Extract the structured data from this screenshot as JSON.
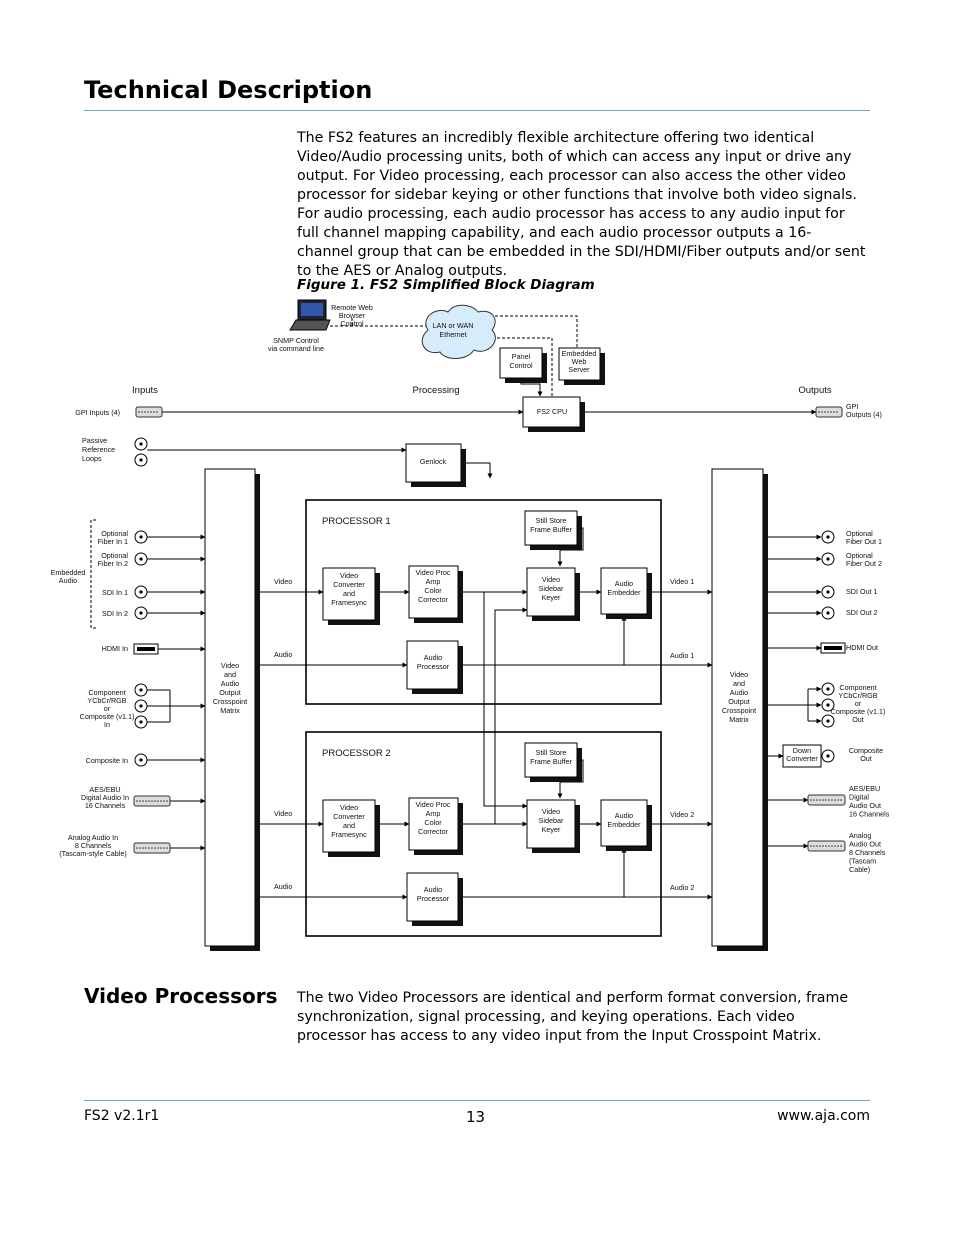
{
  "page": {
    "title": "Technical Description",
    "intro": "The FS2 features an incredibly flexible architecture offering two identical Video/Audio processing units, both of which can access any input or drive any output. For Video processing, each processor can also access the other video processor for sidebar keying or other functions that involve both video signals. For audio processing, each audio processor has access to any audio input for full channel mapping capability, and each audio processor outputs a 16-channel group that can be embedded in the SDI/HDMI/Fiber outputs and/or sent to the AES or Analog outputs.",
    "figure_caption": "Figure 1. FS2 Simplified Block Diagram",
    "section_heading": "Video Processors",
    "section_text": "The two Video Processors are identical and perform format conversion, frame synchronization, signal processing, and keying operations. Each video processor has access to any video input from the Input Crosspoint Matrix.",
    "footer": {
      "left": "FS2 v2.1r1",
      "center": "13",
      "right": "www.aja.com"
    }
  },
  "diagram": {
    "column_headers": {
      "inputs": "Inputs",
      "processing": "Processing",
      "outputs": "Outputs"
    },
    "remote_web": [
      "Remote Web",
      "Browser",
      "Control"
    ],
    "snmp": [
      "SNMP Control",
      "via command line"
    ],
    "cloud": [
      "LAN or WAN",
      "Ethernet"
    ],
    "panel_control": [
      "Panel",
      "Control"
    ],
    "embedded_web": [
      "Embedded",
      "Web",
      "Server"
    ],
    "cpu": "FS2 CPU",
    "genlock": "Genlock",
    "gpi_in": "GPI Inputs (4)",
    "gpi_out": [
      "GPI",
      "Outputs (4)"
    ],
    "passive": [
      "Passive",
      "Reference",
      "Loops"
    ],
    "embedded_audio": [
      "Embedded",
      "Audio"
    ],
    "inputs": {
      "fiber1": [
        "Optional",
        "Fiber In 1"
      ],
      "fiber2": [
        "Optional",
        "Fiber In 2"
      ],
      "sdi1": "SDI In 1",
      "sdi2": "SDI In 2",
      "hdmi": "HDMI In",
      "component": [
        "Component",
        "YCbCr/RGB",
        "or",
        "Composite (v1.1)",
        "In"
      ],
      "composite": "Composite In",
      "aes": [
        "AES/EBU",
        "Digital Audio In",
        "16 Channels"
      ],
      "analog": [
        "Analog Audio In",
        "8 Channels",
        "(Tascam-style Cable)"
      ]
    },
    "input_matrix": [
      "Video",
      "and",
      "Audio",
      "Output",
      "Crosspoint",
      "Matrix"
    ],
    "output_matrix": [
      "Video",
      "and",
      "Audio",
      "Output",
      "Crosspoint",
      "Matrix"
    ],
    "processor1": "PROCESSOR 1",
    "processor2": "PROCESSOR 2",
    "still_store": [
      "Still Store",
      "Frame Buffer"
    ],
    "converter": [
      "Video",
      "Converter",
      "and",
      "Framesync"
    ],
    "proc_amp": [
      "Video Proc",
      "Amp",
      "",
      "Color",
      "Corrector"
    ],
    "sidebar_keyer": [
      "Video",
      "Sidebar",
      "Keyer"
    ],
    "audio_embedder": [
      "Audio",
      "Embedder"
    ],
    "audio_processor": [
      "Audio",
      "Processor"
    ],
    "line_labels": {
      "video": "Video",
      "audio": "Audio",
      "video1": "Video 1",
      "audio1": "Audio 1",
      "video2": "Video 2",
      "audio2": "Audio 2"
    },
    "outputs": {
      "fiber1": [
        "Optional",
        "Fiber Out 1"
      ],
      "fiber2": [
        "Optional",
        "Fiber Out 2"
      ],
      "sdi1": "SDI Out 1",
      "sdi2": "SDI Out 2",
      "hdmi": "HDMI Out",
      "component": [
        "Component",
        "YCbCr/RGB",
        "or",
        "Composite (v1.1)",
        "Out"
      ],
      "down_converter": [
        "Down",
        "Converter"
      ],
      "composite": [
        "Composite",
        "Out"
      ],
      "aes": [
        "AES/EBU",
        "Digital",
        "Audio Out",
        "16 Channels"
      ],
      "analog": [
        "Analog",
        "Audio Out",
        "8 Channels",
        "(Tascam",
        "Cable)"
      ]
    }
  }
}
